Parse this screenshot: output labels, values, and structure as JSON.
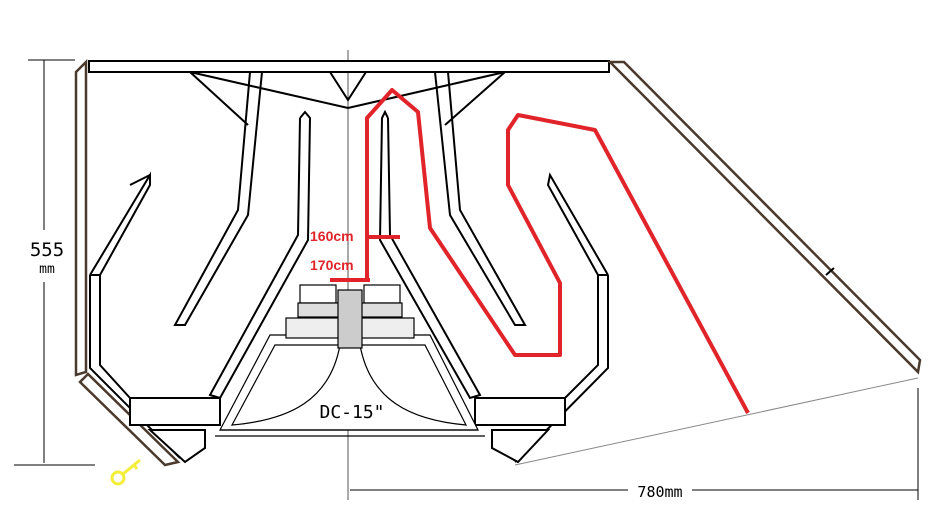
{
  "diagram": {
    "height_dimension": {
      "value": "555",
      "unit": "mm"
    },
    "width_dimension": "780mm",
    "driver_label": "DC-15\"",
    "path_labels": [
      "160cm",
      "170cm"
    ],
    "colors": {
      "path": "#e0242a",
      "walls": "#000000",
      "outer_panels": "#4a3a2e",
      "key": "#f2ee3a"
    }
  }
}
